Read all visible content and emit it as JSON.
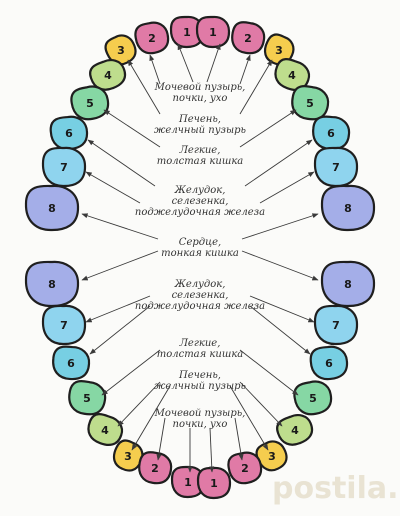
{
  "colors": {
    "1": "#e07aa6",
    "2": "#e07aa6",
    "3": "#f5cd4e",
    "4": "#bedd8d",
    "5": "#86d7a4",
    "6": "#77cfe3",
    "7": "#8fd4ee",
    "8": "#a4aee8",
    "outline": "#1f1f1f",
    "arrow": "#3a3a3a",
    "watermark": "#e9e3d3"
  },
  "labels": {
    "upper_bladder": [
      "Мочевой пузырь,",
      "почки, ухо"
    ],
    "upper_liver": [
      "Печень,",
      "желчный пузырь"
    ],
    "upper_lungs": [
      "Легкие,",
      "толстая кишка"
    ],
    "upper_stomach": [
      "Желудок,",
      "селезенка,",
      "поджелудочная железа"
    ],
    "heart": [
      "Сердце,",
      "тонкая кишка"
    ],
    "lower_stomach": [
      "Желудок,",
      "селезенка,",
      "поджелудочная железа"
    ],
    "lower_lungs": [
      "Легкие,",
      "толстая кишка"
    ],
    "lower_liver": [
      "Печень,",
      "желчный пузырь"
    ],
    "lower_bladder": [
      "Мочевой пузырь,",
      "почки, ухо"
    ]
  },
  "watermark": "postila.ru"
}
